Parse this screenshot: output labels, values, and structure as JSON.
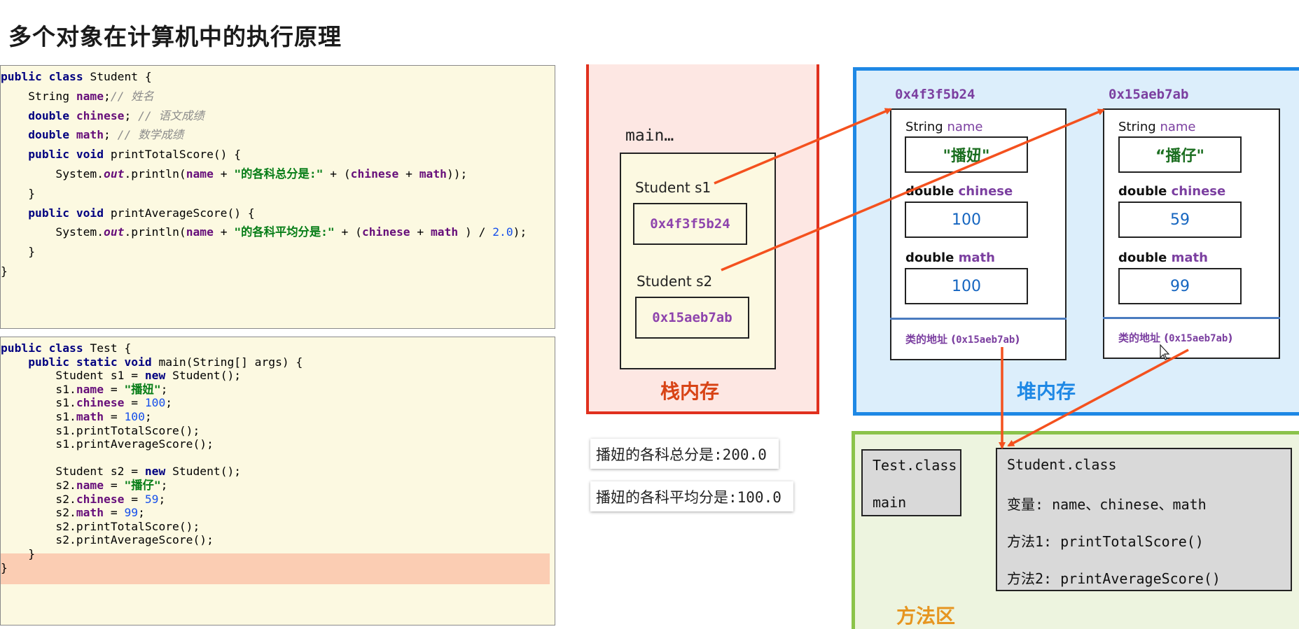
{
  "title": "多个对象在计算机中的执行原理",
  "student_code": [
    [
      [
        "kw",
        "public class "
      ],
      [
        "",
        "Student {"
      ]
    ],
    [
      [
        "",
        "    String "
      ],
      [
        "fld",
        "name"
      ],
      [
        "",
        ";"
      ],
      [
        "cmt",
        "// 姓名"
      ]
    ],
    [
      [
        "kw",
        "    double "
      ],
      [
        "fld",
        "chinese"
      ],
      [
        "",
        "; "
      ],
      [
        "cmt",
        "// 语文成绩"
      ]
    ],
    [
      [
        "kw",
        "    double "
      ],
      [
        "fld",
        "math"
      ],
      [
        "",
        "; "
      ],
      [
        "cmt",
        "// 数学成绩"
      ]
    ],
    [
      [
        "kw",
        "    public void "
      ],
      [
        "",
        "printTotalScore() {"
      ]
    ],
    [
      [
        "",
        "        System."
      ],
      [
        "sta",
        "out"
      ],
      [
        "",
        ".println("
      ],
      [
        "fld",
        "name"
      ],
      [
        "",
        " + "
      ],
      [
        "str",
        "\"的各科总分是:\""
      ],
      [
        "",
        " + ("
      ],
      [
        "fld",
        "chinese"
      ],
      [
        "",
        " + "
      ],
      [
        "fld",
        "math"
      ],
      [
        "",
        "));"
      ]
    ],
    [
      [
        "",
        "    }"
      ]
    ],
    [
      [
        "kw",
        "    public void "
      ],
      [
        "",
        "printAverageScore() {"
      ]
    ],
    [
      [
        "",
        "        System."
      ],
      [
        "sta",
        "out"
      ],
      [
        "",
        ".println("
      ],
      [
        "fld",
        "name"
      ],
      [
        "",
        " + "
      ],
      [
        "str",
        "\"的各科平均分是:\""
      ],
      [
        "",
        " + ("
      ],
      [
        "fld",
        "chinese"
      ],
      [
        "",
        " + "
      ],
      [
        "fld",
        "math"
      ],
      [
        "",
        " ) / "
      ],
      [
        "num",
        "2.0"
      ],
      [
        "",
        ");"
      ]
    ],
    [
      [
        "",
        "    }"
      ]
    ],
    [
      [
        "",
        "}"
      ]
    ]
  ],
  "test_code": [
    [
      [
        "kw",
        "public class "
      ],
      [
        "",
        "Test {"
      ]
    ],
    [
      [
        "kw",
        "    public static void "
      ],
      [
        "",
        "main(String[] args) {"
      ]
    ],
    [
      [
        "",
        "        Student s1 = "
      ],
      [
        "kw",
        "new "
      ],
      [
        "",
        "Student();"
      ]
    ],
    [
      [
        "",
        "        s1."
      ],
      [
        "fld",
        "name"
      ],
      [
        "",
        " = "
      ],
      [
        "str",
        "\"播妞\""
      ],
      [
        "",
        ";"
      ]
    ],
    [
      [
        "",
        "        s1."
      ],
      [
        "fld",
        "chinese"
      ],
      [
        "",
        " = "
      ],
      [
        "num",
        "100"
      ],
      [
        "",
        ";"
      ]
    ],
    [
      [
        "",
        "        s1."
      ],
      [
        "fld",
        "math"
      ],
      [
        "",
        " = "
      ],
      [
        "num",
        "100"
      ],
      [
        "",
        ";"
      ]
    ],
    [
      [
        "",
        "        s1.printTotalScore();"
      ]
    ],
    [
      [
        "",
        "        s1.printAverageScore();"
      ]
    ],
    [
      [
        "",
        ""
      ]
    ],
    [
      [
        "",
        "        Student s2 = "
      ],
      [
        "kw",
        "new "
      ],
      [
        "",
        "Student();"
      ]
    ],
    [
      [
        "",
        "        s2."
      ],
      [
        "fld",
        "name"
      ],
      [
        "",
        " = "
      ],
      [
        "str",
        "\"播仔\""
      ],
      [
        "",
        ";"
      ]
    ],
    [
      [
        "",
        "        s2."
      ],
      [
        "fld",
        "chinese"
      ],
      [
        "",
        " = "
      ],
      [
        "num",
        "59"
      ],
      [
        "",
        ";"
      ]
    ],
    [
      [
        "",
        "        s2."
      ],
      [
        "fld",
        "math"
      ],
      [
        "",
        " = "
      ],
      [
        "num",
        "99"
      ],
      [
        "",
        ";"
      ]
    ],
    [
      [
        "",
        "        s2.printTotalScore();"
      ]
    ],
    [
      [
        "",
        "        s2.printAverageScore();"
      ]
    ],
    [
      [
        "",
        "    }"
      ]
    ],
    [
      [
        "",
        "}"
      ]
    ]
  ],
  "stack": {
    "frame_label": "main…",
    "s1_label": "Student  s1",
    "s1_value": "0x4f3f5b24",
    "s2_label": "Student  s2",
    "s2_value": "0x15aeb7ab",
    "area_title": "栈内存"
  },
  "output": {
    "line1": "播妞的各科总分是:200.0",
    "line2": "播妞的各科平均分是:100.0"
  },
  "heap": {
    "area_title": "堆内存",
    "objects": [
      {
        "address": "0x4f3f5b24",
        "name_type": "String ",
        "name_field": "name",
        "name_value": "\"播妞\"",
        "chinese_type": "double ",
        "chinese_field": "chinese",
        "chinese_value": "100",
        "math_type": "double ",
        "math_field": "math",
        "math_value": "100",
        "class_addr_label": "类的地址 (",
        "class_addr_value": "0x15aeb7ab",
        "class_addr_close": ")"
      },
      {
        "address": "0x15aeb7ab",
        "name_type": "String ",
        "name_field": "name",
        "name_value": "“播仔\"",
        "chinese_type": "double ",
        "chinese_field": "chinese",
        "chinese_value": "59",
        "math_type": "double ",
        "math_field": "math",
        "math_value": "99",
        "class_addr_label": "类的地址 (",
        "class_addr_value": "0x15aeb7ab",
        "class_addr_close": ")"
      }
    ]
  },
  "method_area": {
    "area_title": "方法区",
    "test_class": {
      "name": "Test.class",
      "method": "main"
    },
    "student_class": {
      "name": "Student.class",
      "vars": "变量: name、chinese、math",
      "method1": "方法1: printTotalScore()",
      "method2": "方法2: printAverageScore()"
    }
  },
  "colors": {
    "stack_border": "#e0301e",
    "heap_border": "#1e88e5",
    "method_border": "#8bc34a",
    "arrow": "#f4511e",
    "address_text": "#8e44ad"
  }
}
